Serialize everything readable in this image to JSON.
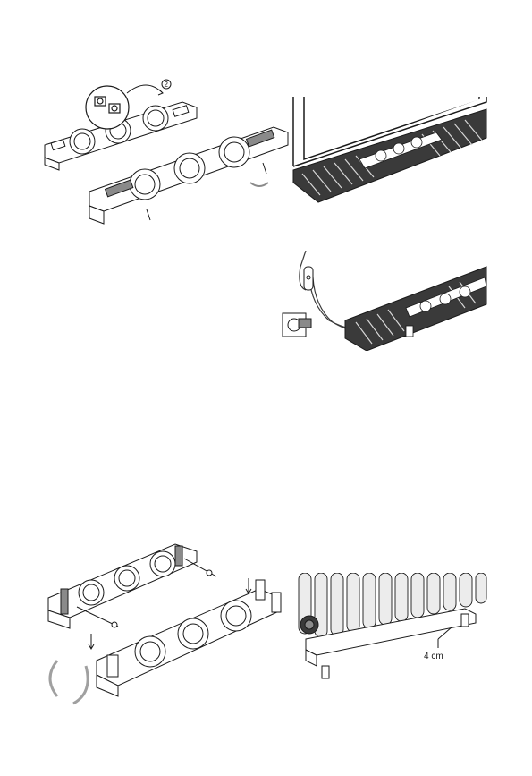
{
  "page": {
    "figures": [
      {
        "id": "fan-assembly-step",
        "description_icon": "fan-unit-icon"
      },
      {
        "id": "convector-placement",
        "description_icon": "window-convector-icon"
      },
      {
        "id": "power-connection",
        "description_icon": "plug-socket-icon"
      },
      {
        "id": "bracket-mounting",
        "description_icon": "rotate-arrow-icon"
      },
      {
        "id": "radiator-mounting",
        "description_icon": "radiator-icon"
      }
    ],
    "callouts": {
      "step_number": "2",
      "radiator_distance": "4 cm"
    }
  },
  "colors": {
    "line": "#1a1a1a",
    "gray_dark": "#3a3a3a",
    "gray_mid": "#8a8a8a",
    "gray_light": "#d8d8d8",
    "white": "#ffffff"
  }
}
